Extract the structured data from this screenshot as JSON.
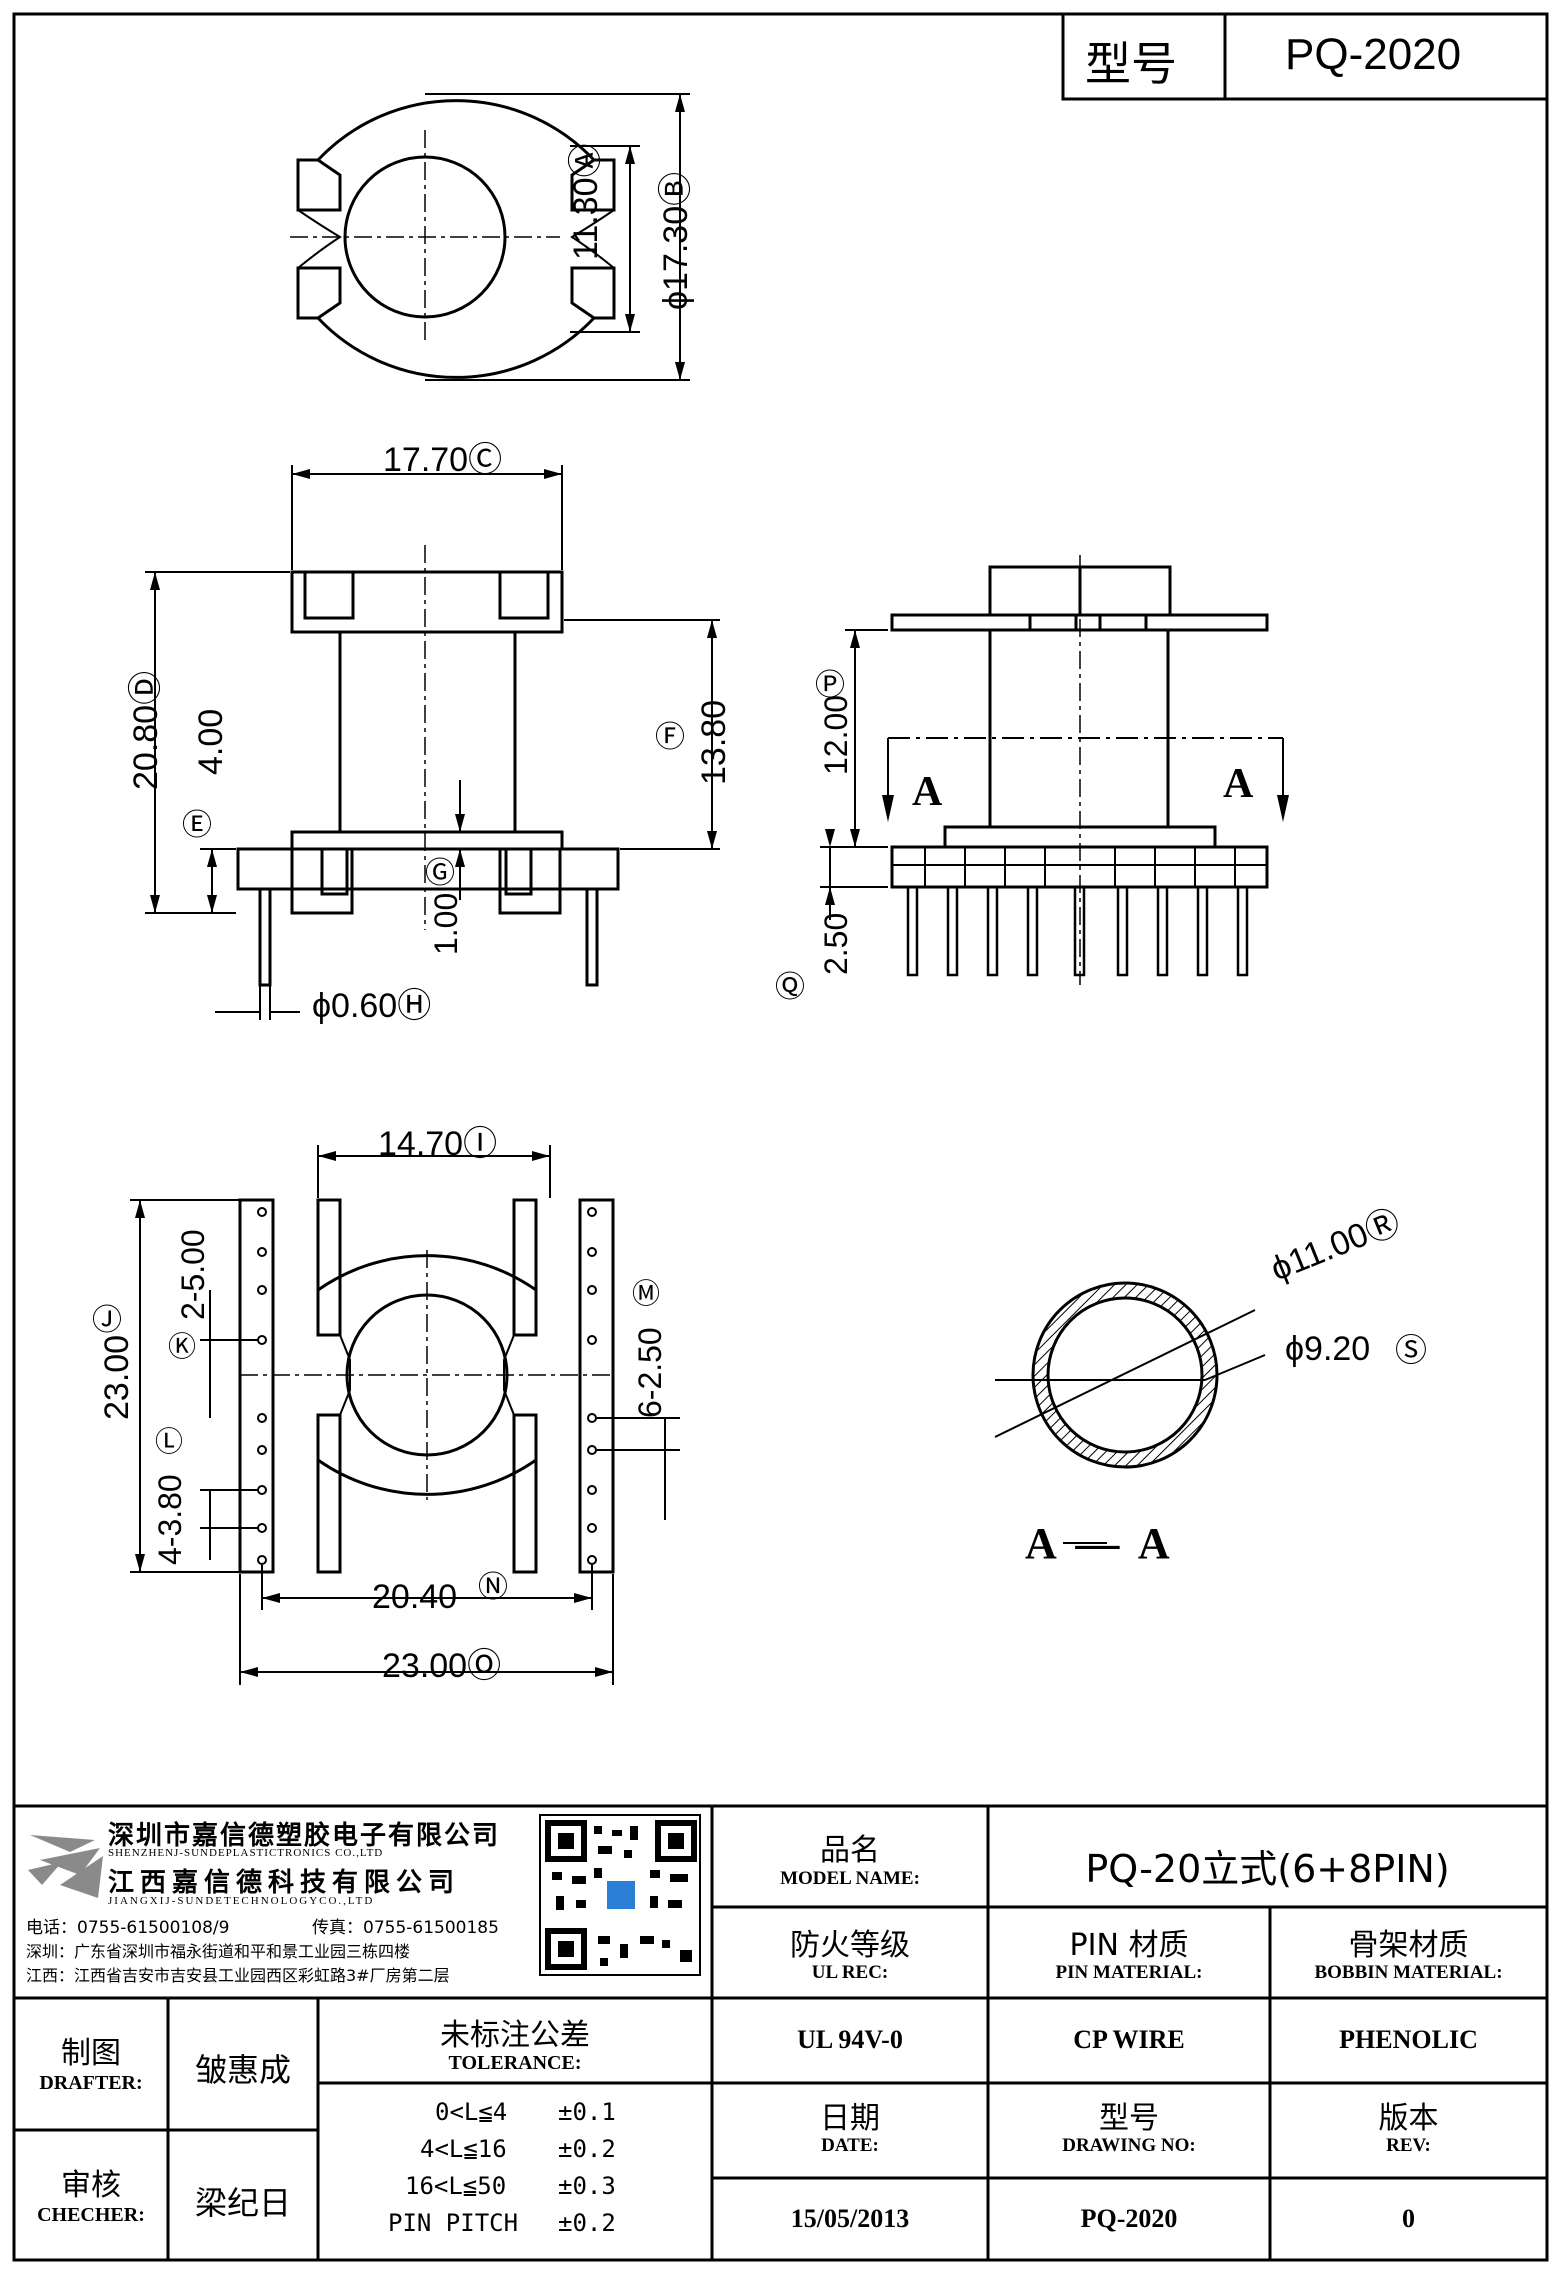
{
  "header": {
    "model_label": "型号",
    "model_value": "PQ-2020"
  },
  "dims": {
    "a": "11.30Ⓐ",
    "b": "ϕ17.30Ⓑ",
    "c_width": "17.70Ⓒ",
    "d": "20.80Ⓓ",
    "e": "4.00",
    "e_mark": "Ⓔ",
    "f": "13.80",
    "f_mark": "Ⓕ",
    "g": "1.00",
    "g_mark": "Ⓖ",
    "h": "ϕ0.60Ⓗ",
    "p": "12.00",
    "p_mark": "Ⓟ",
    "q": "2.50",
    "q_mark": "Ⓠ",
    "section_left": "A",
    "section_right": "A",
    "i": "14.70Ⓘ",
    "j": "23.00",
    "j_mark": "Ⓙ",
    "k": "2-5.00",
    "k_mark": "Ⓚ",
    "l": "4-3.80",
    "l_mark": "Ⓛ",
    "m": "6-2.50",
    "m_mark": "Ⓜ",
    "n": "20.40",
    "n_mark": "Ⓝ",
    "o": "23.00Ⓞ",
    "r": "ϕ11.00Ⓡ",
    "s": "ϕ9.20",
    "s_mark": "Ⓢ",
    "section_label": "A — A"
  },
  "company": {
    "name_cn": "深圳市嘉信德塑胶电子有限公司",
    "name_en": "SHENZHENJ-SUNDEPLASTICTRONICS CO.,LTD",
    "name2_cn": "江西嘉信德科技有限公司",
    "name2_en": "JIANGXIJ-SUNDETECHNOLOGYCO.,LTD",
    "phone": "电话：0755-61500108/9",
    "fax": "传真：0755-61500185",
    "addr_sz": "深圳：广东省深圳市福永街道和平和景工业园三栋四楼",
    "addr_jx": "江西：江西省吉安市吉安县工业园西区彩虹路3#厂房第二层"
  },
  "title_block": {
    "product_name_cn": "品名",
    "product_name_en": "MODEL NAME:",
    "product_name_value": "PQ-20立式(6+8PIN)",
    "ul_cn": "防火等级",
    "ul_en": "UL REC:",
    "ul_value": "UL 94V-0",
    "pin_cn": "PIN 材质",
    "pin_en": "PIN MATERIAL:",
    "pin_value": "CP WIRE",
    "bobbin_cn": "骨架材质",
    "bobbin_en": "BOBBIN MATERIAL:",
    "bobbin_value": "PHENOLIC",
    "drafter_cn": "制图",
    "drafter_en": "DRAFTER:",
    "drafter_value": "皱惠成",
    "checker_cn": "审核",
    "checker_en": "CHECHER:",
    "checker_value": "梁纪日",
    "tolerance_cn": "未标注公差",
    "tolerance_en": "TOLERANCE:",
    "tolerances": [
      {
        "range": "0<L≦4",
        "value": "±0.1"
      },
      {
        "range": "4<L≦16",
        "value": "±0.2"
      },
      {
        "range": "16<L≦50",
        "value": "±0.3"
      },
      {
        "range": "PIN PITCH",
        "value": "±0.2"
      }
    ],
    "date_cn": "日期",
    "date_en": "DATE:",
    "date_value": "15/05/2013",
    "drawing_no_cn": "型号",
    "drawing_no_en": "DRAWING NO:",
    "drawing_no_value": "PQ-2020",
    "rev_cn": "版本",
    "rev_en": "REV:",
    "rev_value": "0"
  },
  "colors": {
    "line": "#000000",
    "paper": "#ffffff",
    "qr_accent": "#2a7fd4"
  }
}
